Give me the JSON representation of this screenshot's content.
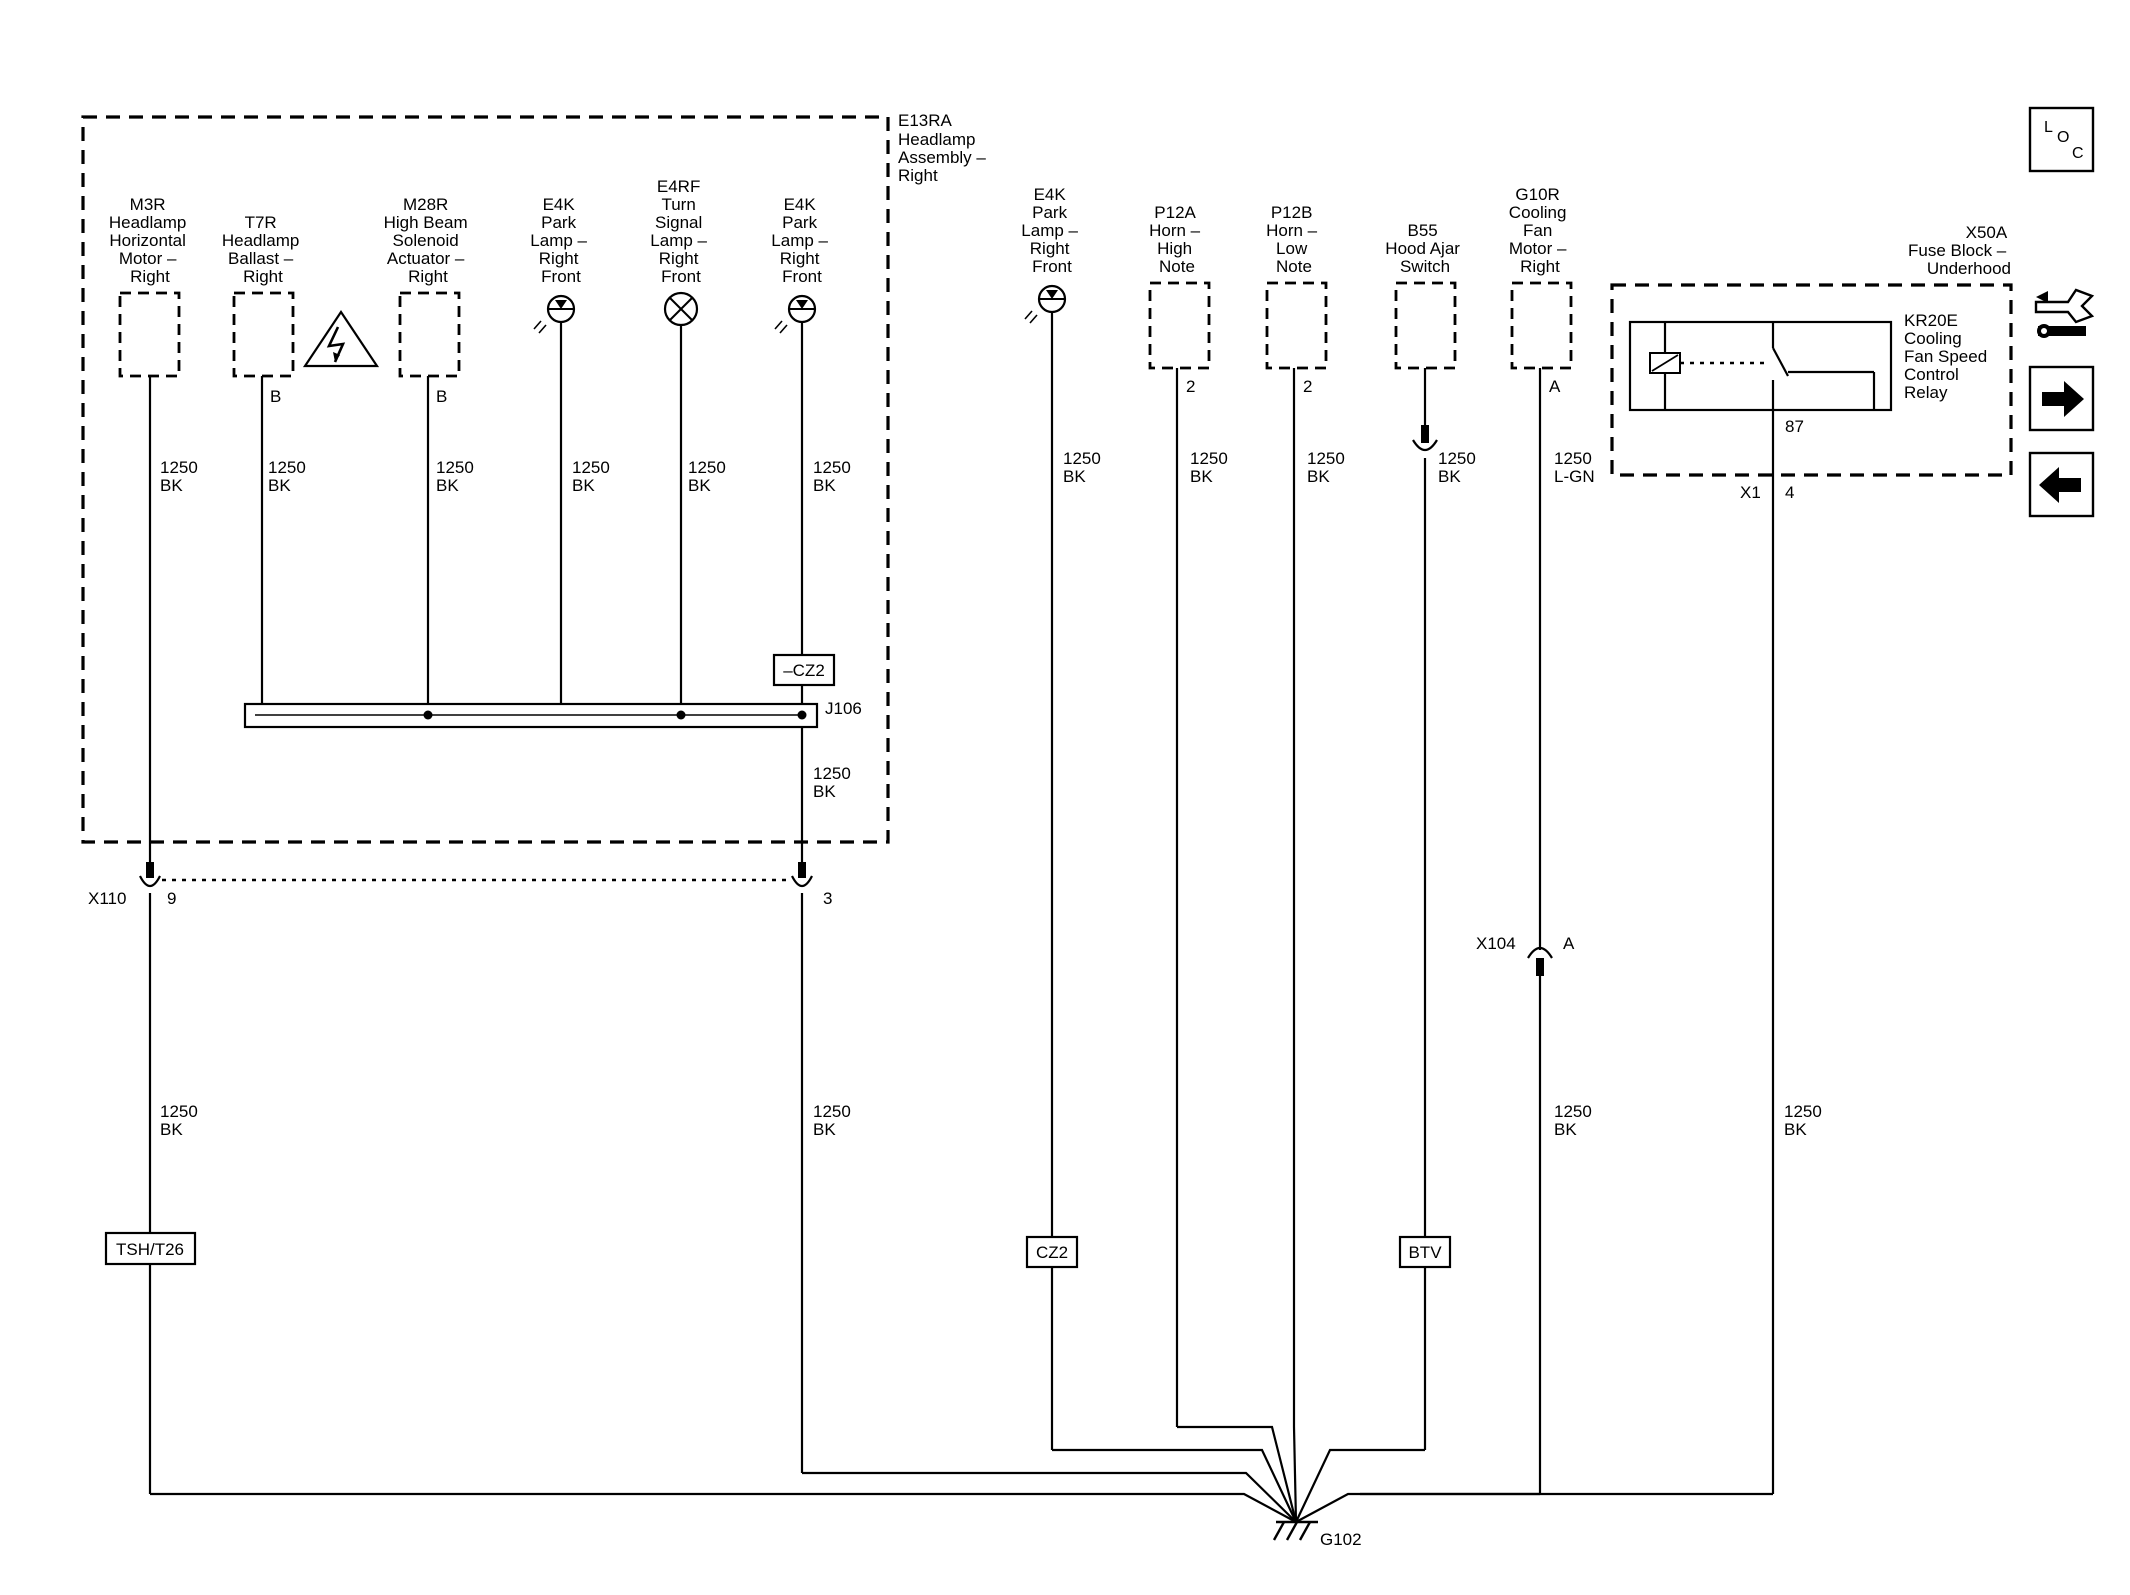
{
  "assembly": {
    "id": "E13RA",
    "lines": [
      "E13RA",
      "Headlamp",
      "Assembly –",
      "Right"
    ]
  },
  "components": [
    {
      "key": "m3r",
      "lines": [
        "M3R",
        "Headlamp",
        "Horizontal",
        "Motor –",
        "Right"
      ]
    },
    {
      "key": "t7r",
      "lines": [
        "T7R",
        "Headlamp",
        "Ballast –",
        "Right"
      ],
      "pin": "B"
    },
    {
      "key": "m28r",
      "lines": [
        "M28R",
        "High Beam",
        "Solenoid",
        "Actuator –",
        "Right"
      ],
      "pin": "B"
    },
    {
      "key": "e4k-a",
      "lines": [
        "E4K",
        "Park",
        "Lamp –",
        "Right",
        "Front"
      ]
    },
    {
      "key": "e4rf",
      "lines": [
        "E4RF",
        "Turn",
        "Signal",
        "Lamp –",
        "Right",
        "Front"
      ]
    },
    {
      "key": "e4k-b",
      "lines": [
        "E4K",
        "Park",
        "Lamp –",
        "Right",
        "Front"
      ]
    },
    {
      "key": "e4k-c",
      "lines": [
        "E4K",
        "Park",
        "Lamp –",
        "Right",
        "Front"
      ]
    },
    {
      "key": "p12a",
      "lines": [
        "P12A",
        "Horn –",
        "High",
        "Note"
      ],
      "pin": "2"
    },
    {
      "key": "p12b",
      "lines": [
        "P12B",
        "Horn –",
        "Low",
        "Note"
      ],
      "pin": "2"
    },
    {
      "key": "b55",
      "lines": [
        "B55",
        "Hood Ajar",
        "Switch"
      ]
    },
    {
      "key": "g10r",
      "lines": [
        "G10R",
        "Cooling",
        "Fan",
        "Motor –",
        "Right"
      ],
      "pin": "A"
    }
  ],
  "fuse_block": {
    "lines": [
      "X50A",
      "Fuse Block –",
      "Underhood"
    ],
    "relay_lines": [
      "KR20E",
      "Cooling",
      "Fan Speed",
      "Control",
      "Relay"
    ],
    "relay_pin": "87",
    "connector": "X1",
    "connector_pin": "4"
  },
  "wires": {
    "gauge": "1250",
    "color_bk": "BK",
    "color_lgn": "L-GN"
  },
  "splice": {
    "id": "J106",
    "tag": "–CZ2"
  },
  "connectors": {
    "x110": "X110",
    "x110_pin_a": "9",
    "x110_pin_b": "3",
    "x104": "X104",
    "x104_pin": "A"
  },
  "tags": {
    "tsh": "TSH/T26",
    "cz2": "CZ2",
    "btv": "BTV"
  },
  "ground": "G102",
  "nav": {
    "loc": [
      "L",
      "O",
      "C"
    ]
  }
}
